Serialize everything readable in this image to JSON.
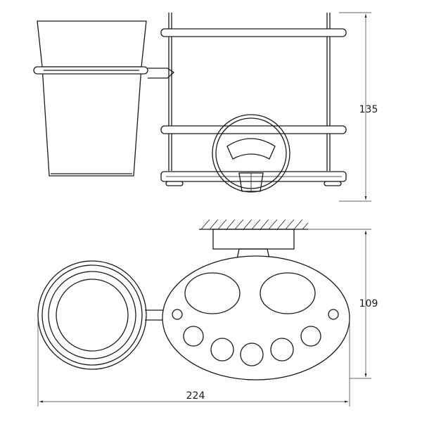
{
  "dimensions": {
    "height": "135",
    "depth": "109",
    "width": "224"
  },
  "colors": {
    "line": "#1a1a1a",
    "background": "#ffffff"
  }
}
